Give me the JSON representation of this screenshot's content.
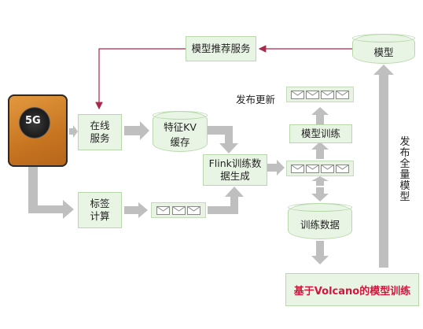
{
  "nodes": {
    "model_serving": "模型推荐服务",
    "model": "模型",
    "online_service": "在线\n服务",
    "feature_cache": "特征KV\n缓存",
    "flink": "Flink训练数\n据生成",
    "label_compute": "标签\n计算",
    "model_training": "模型训练",
    "training_data": "训练数据",
    "volcano_training": "基于Volcano的模型训练"
  },
  "labels": {
    "publish_update": "发布更新",
    "publish_full": "发布全量模型"
  },
  "phone": {
    "badge": "5G"
  },
  "colors": {
    "box_fill": "#e9f5e4",
    "box_border": "#b8d8ac",
    "arrow_gray": "#bfbfbf",
    "connector_red": "#a8294b",
    "highlight_text": "#d4143c"
  }
}
